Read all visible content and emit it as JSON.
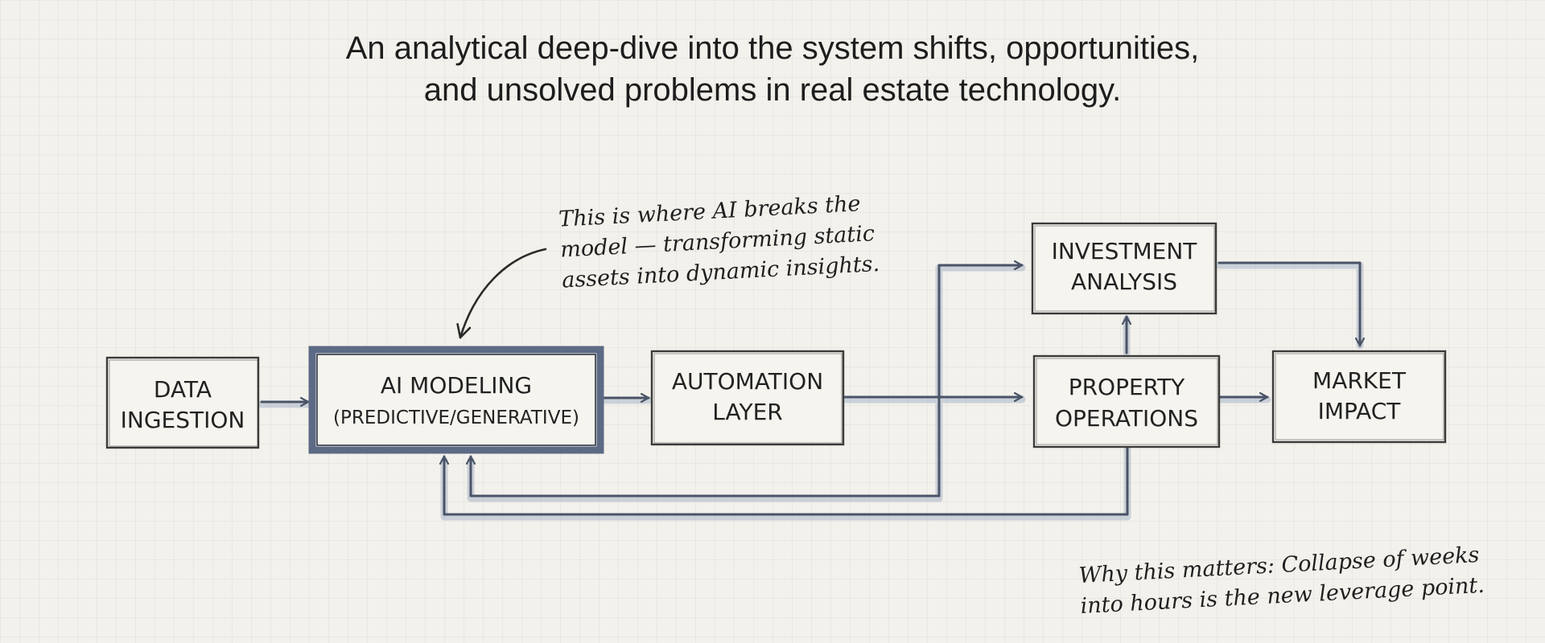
{
  "header": {
    "line1": "An analytical deep-dive into the system shifts, opportunities,",
    "line2": "and unsolved problems in real estate technology."
  },
  "nodes": {
    "data_ingestion": {
      "line1": "DATA",
      "line2": "INGESTION"
    },
    "ai_modeling": {
      "line1": "AI MODELING",
      "line2": "(PREDICTIVE/GENERATIVE)"
    },
    "automation_layer": {
      "line1": "AUTOMATION",
      "line2": "LAYER"
    },
    "investment_analysis": {
      "line1": "INVESTMENT",
      "line2": "ANALYSIS"
    },
    "property_operations": {
      "line1": "PROPERTY",
      "line2": "OPERATIONS"
    },
    "market_impact": {
      "line1": "MARKET",
      "line2": "IMPACT"
    }
  },
  "annotations": {
    "ai_note": {
      "line1": "This is where AI breaks the",
      "line2": "model — transforming static",
      "line3": "assets into dynamic insights."
    },
    "matters_note": {
      "line1": "Why this matters: Collapse of weeks",
      "line2": "into hours is the new leverage point."
    }
  },
  "colors": {
    "line": "#4a5468",
    "line_shadow": "#a9b6c8",
    "box_stroke": "#3a3a3a",
    "highlight": "#5c6a85"
  }
}
